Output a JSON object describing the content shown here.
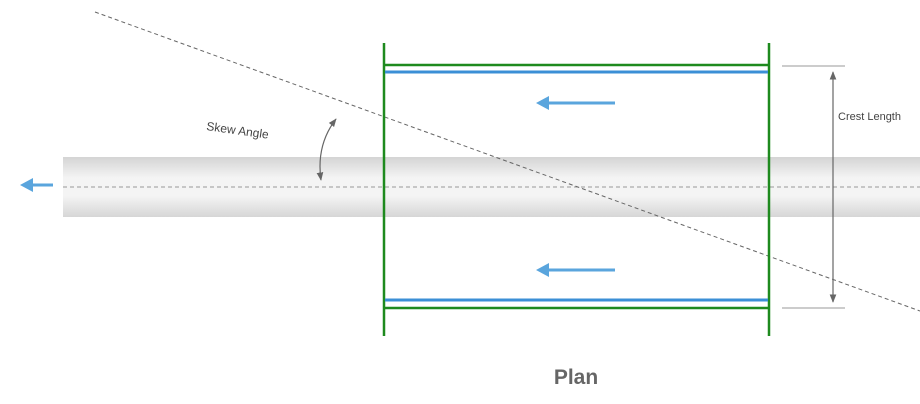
{
  "diagram": {
    "skew_label": "Skew Angle",
    "crest_label": "Crest Length",
    "caption": "Plan"
  },
  "colors": {
    "wall": "#1e8a1e",
    "water_edge": "#3b8fd6",
    "flow_arrow": "#5aa5dd",
    "channel_light": "#f4f4f4",
    "channel_shade": "#d4d4d4",
    "guide_line": "#666666",
    "dimension_line": "#666666"
  },
  "icons": {
    "flow": "arrow-left-icon",
    "angle": "curved-arrow-icon",
    "dimension": "double-arrow-vertical-icon"
  }
}
